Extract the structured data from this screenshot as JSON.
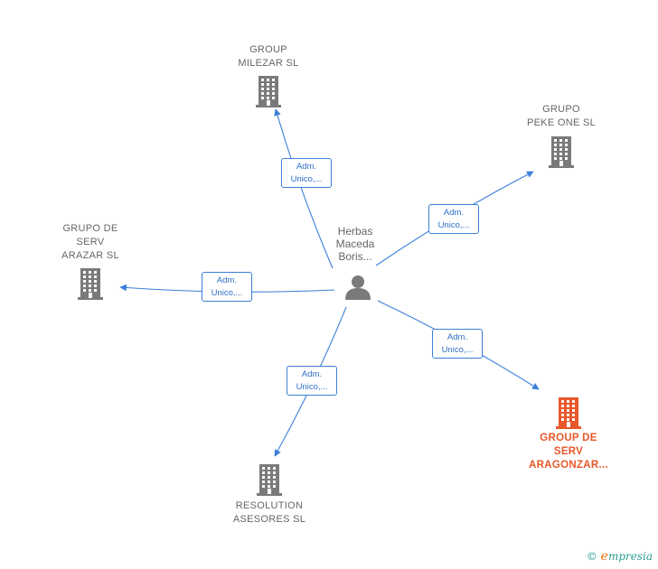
{
  "center": {
    "name_lines": [
      "Herbas",
      "Maceda",
      "Boris..."
    ],
    "icon": "person-icon"
  },
  "companies": [
    {
      "id": "milezar",
      "lines": [
        "GROUP",
        "MILEZAR  SL"
      ],
      "icon": "building-icon",
      "highlight": false
    },
    {
      "id": "peke",
      "lines": [
        "GRUPO",
        "PEKE ONE  SL"
      ],
      "icon": "building-icon",
      "highlight": false
    },
    {
      "id": "arazar",
      "lines": [
        "GRUPO DE",
        "SERV",
        "ARAZAR  SL"
      ],
      "icon": "building-icon",
      "highlight": false
    },
    {
      "id": "aragonzar",
      "lines": [
        "GROUP DE",
        "SERV",
        "ARAGONZAR..."
      ],
      "icon": "building-icon",
      "highlight": true
    },
    {
      "id": "resolution",
      "lines": [
        "RESOLUTION",
        "ASESORES  SL"
      ],
      "icon": "building-icon",
      "highlight": false
    }
  ],
  "roles": [
    {
      "target": "milezar",
      "lines": [
        "Adm.",
        "Unico,..."
      ]
    },
    {
      "target": "peke",
      "lines": [
        "Adm.",
        "Unico,..."
      ]
    },
    {
      "target": "arazar",
      "lines": [
        "Adm.",
        "Unico,..."
      ]
    },
    {
      "target": "aragonzar",
      "lines": [
        "Adm.",
        "Unico,..."
      ]
    },
    {
      "target": "resolution",
      "lines": [
        "Adm.",
        "Unico,..."
      ]
    }
  ],
  "colors": {
    "edge": "#3b7fd9",
    "icon": "#7a7a7a",
    "highlight": "#e8582a"
  },
  "brand": {
    "symbol": "©",
    "initial": "e",
    "name": "mpresia"
  }
}
